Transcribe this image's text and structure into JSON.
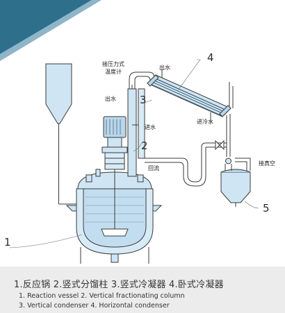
{
  "diagram": {
    "labels": {
      "pressure_gauge_line1": "接压力式",
      "pressure_gauge_line2": "温度计",
      "water_out_top": "出水",
      "water_out_left": "出水",
      "water_in": "进水",
      "cooling_water_in": "进冷水",
      "reflux": "回流",
      "vacuum": "接真空"
    },
    "callouts": {
      "reaction_vessel": "1",
      "fractionating_column": "2",
      "vertical_condenser": "3",
      "horizontal_condenser": "4",
      "receiver": "5"
    },
    "colors": {
      "corner_accent": "#2e6f8c",
      "equipment_fill": "#cfe5f3",
      "outline": "#3a3a3a",
      "caption_bg": "#ececec"
    }
  },
  "caption": {
    "zh": "1.反应锅   2.竖式分馏柱   3.竖式冷凝器   4.卧式冷凝器",
    "en_line1": "1. Reaction vessel 2. Vertical fractionating column",
    "en_line2": "3. Vertical condenser 4. Horizontal condenser"
  }
}
